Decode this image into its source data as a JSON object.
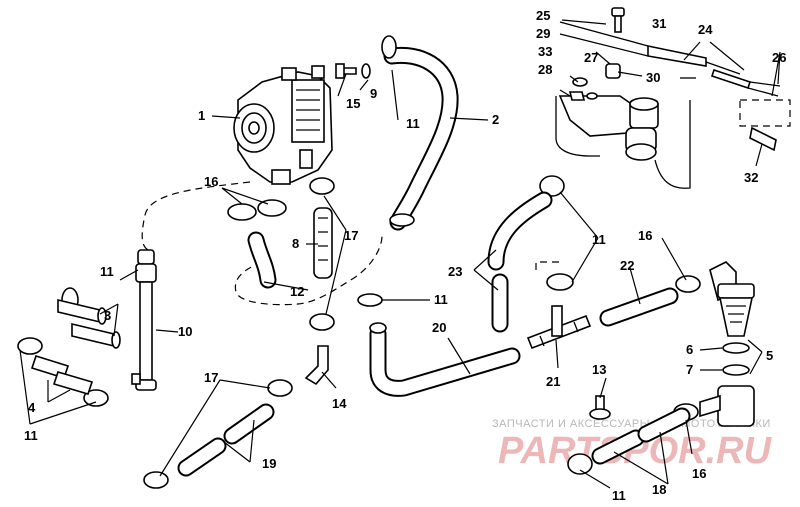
{
  "labels": {
    "p1": "1",
    "p2": "2",
    "p3": "3",
    "p4": "4",
    "p5": "5",
    "p6": "6",
    "p7": "7",
    "p8": "8",
    "p9": "9",
    "p10": "10",
    "p11a": "11",
    "p11b": "11",
    "p11c": "11",
    "p11d": "11",
    "p11e": "11",
    "p11f": "11",
    "p12": "12",
    "p13": "13",
    "p14": "14",
    "p15": "15",
    "p16a": "16",
    "p16b": "16",
    "p16c": "16",
    "p17a": "17",
    "p17b": "17",
    "p18": "18",
    "p19": "19",
    "p20": "20",
    "p21": "21",
    "p22": "22",
    "p23": "23",
    "p24": "24",
    "p25": "25",
    "p26": "26",
    "p27": "27",
    "p28": "28",
    "p29": "29",
    "p30": "30",
    "p31": "31",
    "p32": "32",
    "p33": "33"
  },
  "watermark": {
    "caption": "ЗАПЧАСТИ И АКСЕССУАРЫ ДЛЯ МОТОТЕХНИКИ",
    "logo": "PARTSPOR.RU"
  }
}
